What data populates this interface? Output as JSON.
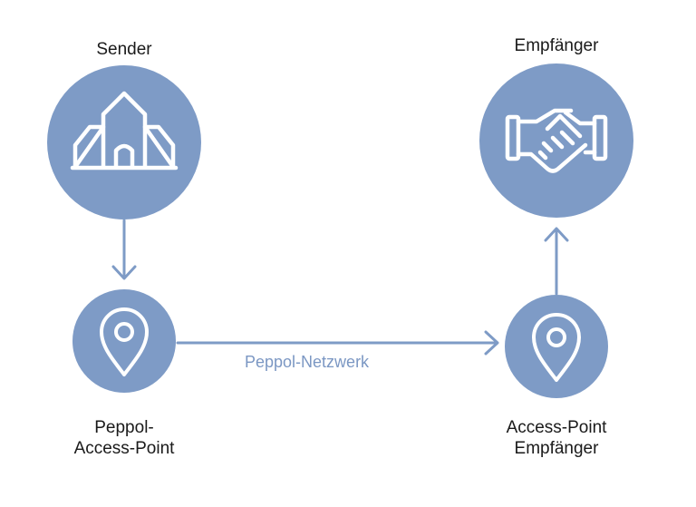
{
  "colors": {
    "node_fill": "#7e9bc6",
    "arrow": "#7e9bc6",
    "icon_stroke": "#ffffff",
    "label_text": "#1a1a1a",
    "network_text": "#7b97c3"
  },
  "nodes": {
    "sender": {
      "label": "Sender",
      "icon": "church-icon"
    },
    "receiver": {
      "label": "Empfänger",
      "icon": "handshake-icon"
    },
    "sender_ap": {
      "label_line1": "Peppol-",
      "label_line2": "Access-Point",
      "icon": "location-pin-icon"
    },
    "receiver_ap": {
      "label_line1": "Access-Point",
      "label_line2": "Empfänger",
      "icon": "location-pin-icon"
    }
  },
  "edges": {
    "network": {
      "label": "Peppol-Netzwerk"
    }
  }
}
